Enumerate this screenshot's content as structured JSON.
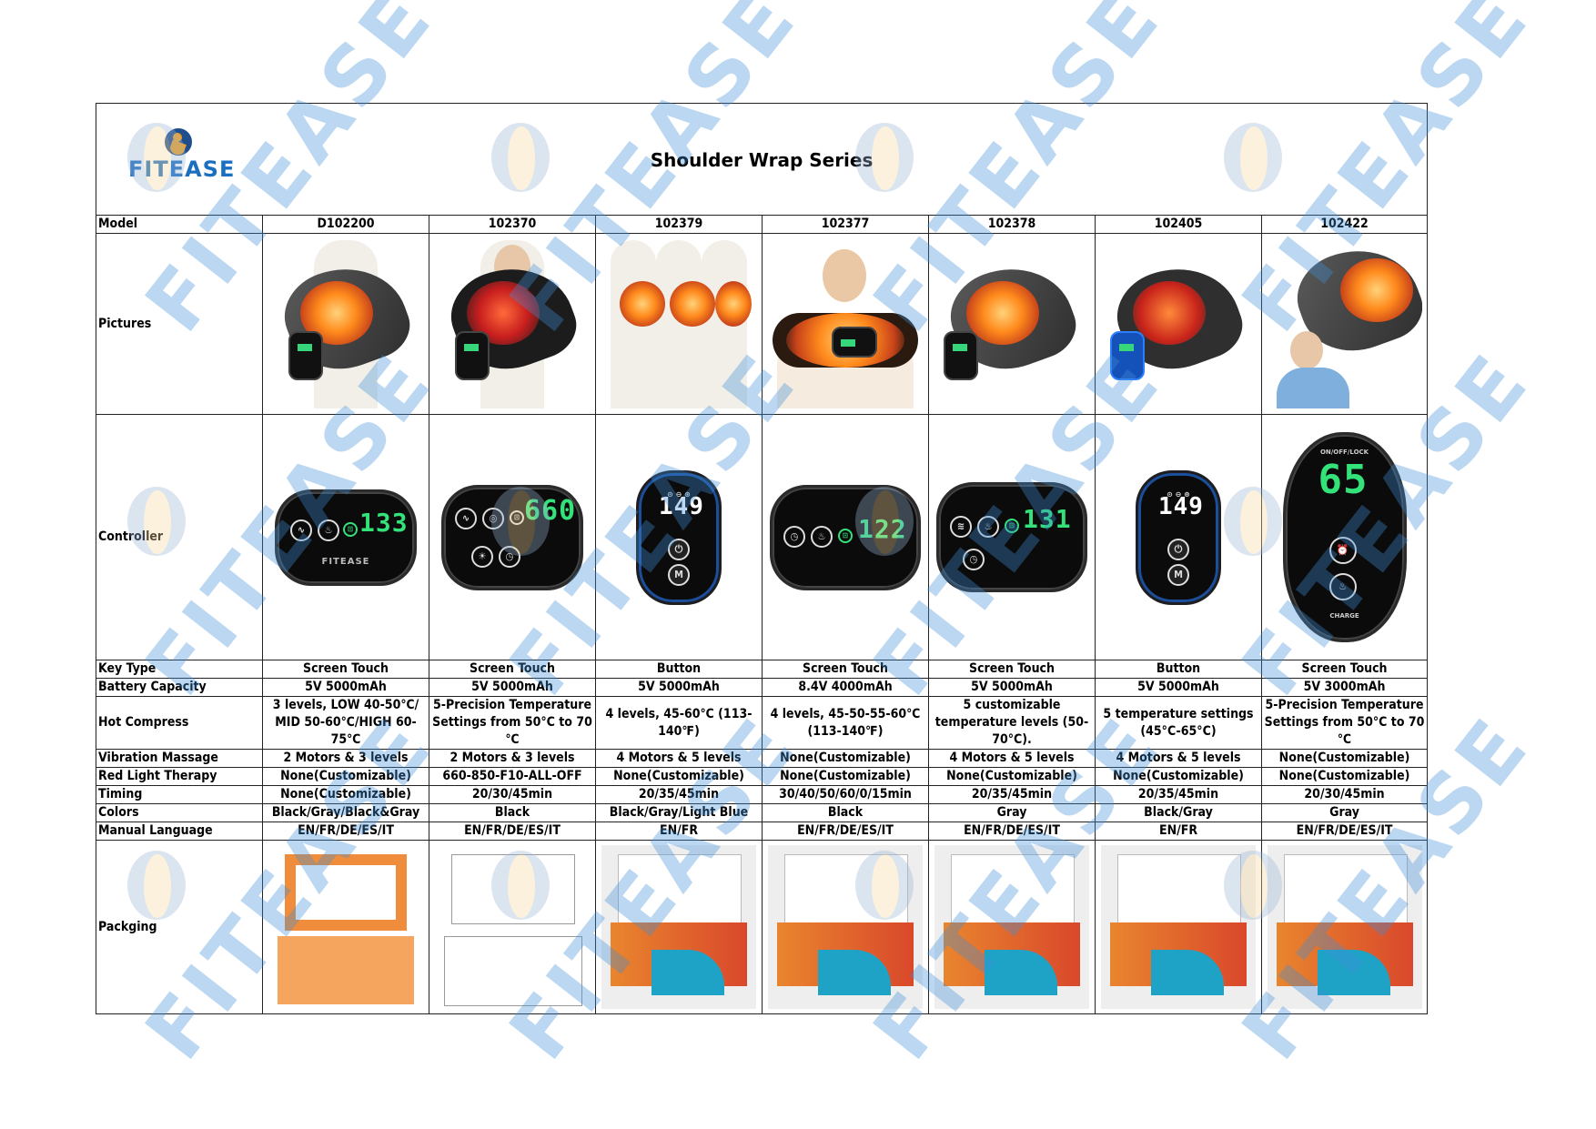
{
  "header": {
    "logo_text": "FITEASE",
    "title": "Shoulder Wrap Series"
  },
  "watermark": {
    "text": "FITEASE",
    "color": "#3f8fd8"
  },
  "row_labels": {
    "model": "Model",
    "pictures": "Pictures",
    "controller": "Controller",
    "key_type": "Key Type",
    "battery": "Battery Capacity",
    "hot_compress": "Hot Compress",
    "vibration": "Vibration Massage",
    "red_light": "Red Light Therapy",
    "timing": "Timing",
    "colors": "Colors",
    "manual_language": "Manual Language",
    "packaging": "Packging"
  },
  "products": [
    {
      "model": "D102200",
      "picture": "heated-shoulder-wrap-grey-on-man-with-inset-views",
      "controller": {
        "shape": "oval",
        "display": "133",
        "brand": "FITEASE",
        "icons": [
          "vibration-icon",
          "flame-icon",
          "lock-icon"
        ]
      },
      "key_type": "Screen Touch",
      "battery": "5V 5000mAh",
      "hot_compress": "3 levels, LOW 40-50℃/ MID 50-60℃/HIGH 60-75℃",
      "vibration": "2 Motors & 3 levels",
      "red_light": "None(Customizable)",
      "timing": "None(Customizable)",
      "colors": "Black/Gray/Black&Gray",
      "manual_language": "EN/FR/DE/ES/IT",
      "packaging": "orange"
    },
    {
      "model": "102370",
      "picture": "black-shoulder-wrap-with-red-lights-on-man",
      "controller": {
        "shape": "oval",
        "display": "660",
        "icons": [
          "vibration-icon",
          "cycle-icon",
          "lock-icon",
          "brightness-icon",
          "timer-icon"
        ]
      },
      "key_type": "Screen Touch",
      "battery": "5V 5000mAh",
      "hot_compress": "5-Precision Temperature Settings from 50°C to 70 ℃",
      "vibration": "2 Motors & 3 levels",
      "red_light": "660-850-F10-ALL-OFF",
      "timing": "20/30/45min",
      "colors": "Black",
      "manual_language": "EN/FR/DE/ES/IT",
      "packaging": "white"
    },
    {
      "model": "102379",
      "picture": "three-men-wearing-shoulder-wraps-with-remote",
      "controller": {
        "shape": "pill",
        "display": "149",
        "buttons": [
          "power-icon",
          "M"
        ]
      },
      "key_type": "Button",
      "battery": "5V 5000mAh",
      "hot_compress": "4 levels, 45-60℃ (113-140℉)",
      "vibration": "4 Motors & 5 levels",
      "red_light": "None(Customizable)",
      "timing": "20/35/45min",
      "colors": "Black/Gray/Light Blue",
      "manual_language": "EN/FR",
      "packaging": "color"
    },
    {
      "model": "102377",
      "picture": "woman-wearing-heated-neck-shoulder-wrap",
      "controller": {
        "shape": "oval",
        "display": "122",
        "unit": "℉",
        "icons": [
          "timer-icon",
          "flame-icon",
          "lock-icon"
        ]
      },
      "key_type": "Screen Touch",
      "battery": "8.4V 4000mAh",
      "hot_compress": "4 levels, 45-50-55-60℃ (113-140℉)",
      "vibration": "None(Customizable)",
      "red_light": "None(Customizable)",
      "timing": "30/40/50/60/0/15min",
      "colors": "Black",
      "manual_language": "EN/FR/DE/ES/IT",
      "packaging": "color"
    },
    {
      "model": "102378",
      "picture": "grey-shoulder-wrap-with-heat-points",
      "controller": {
        "shape": "oval",
        "display": "131",
        "icons": [
          "vibration-icon",
          "flame-icon",
          "lock-icon",
          "timer-icon"
        ]
      },
      "key_type": "Screen Touch",
      "battery": "5V 5000mAh",
      "hot_compress": "5 customizable temperature levels (50-70°C).",
      "vibration": "4 Motors & 5 levels",
      "red_light": "None(Customizable)",
      "timing": "20/35/45min",
      "colors": "Gray",
      "manual_language": "EN/FR/DE/ES/IT",
      "packaging": "color"
    },
    {
      "model": "102405",
      "picture": "shoulder-wrap-with-blue-remote-controller",
      "controller": {
        "shape": "pill",
        "display": "149",
        "buttons": [
          "power-icon",
          "M"
        ]
      },
      "key_type": "Button",
      "battery": "5V 5000mAh",
      "hot_compress": "5 temperature settings (45°C-65°C)",
      "vibration": "4 Motors & 5 levels",
      "red_light": "None(Customizable)",
      "timing": "20/35/45min",
      "colors": "Black/Gray",
      "manual_language": "EN/FR",
      "packaging": "color"
    },
    {
      "model": "102422",
      "picture": "grey-shoulder-wrap-with-man-wearing-it",
      "controller": {
        "shape": "tall",
        "display": "65",
        "top_label": "ON/OFF/LOCK",
        "bottom_label": "CHARGE",
        "icons": [
          "alarm-icon",
          "flame-icon"
        ]
      },
      "key_type": "Screen Touch",
      "battery": "5V 3000mAh",
      "hot_compress": "5-Precision Temperature Settings from 50°C to 70 ℃",
      "vibration": "None(Customizable)",
      "red_light": "None(Customizable)",
      "timing": "20/30/45min",
      "colors": "Gray",
      "manual_language": "EN/FR/DE/ES/IT",
      "packaging": "color"
    }
  ]
}
